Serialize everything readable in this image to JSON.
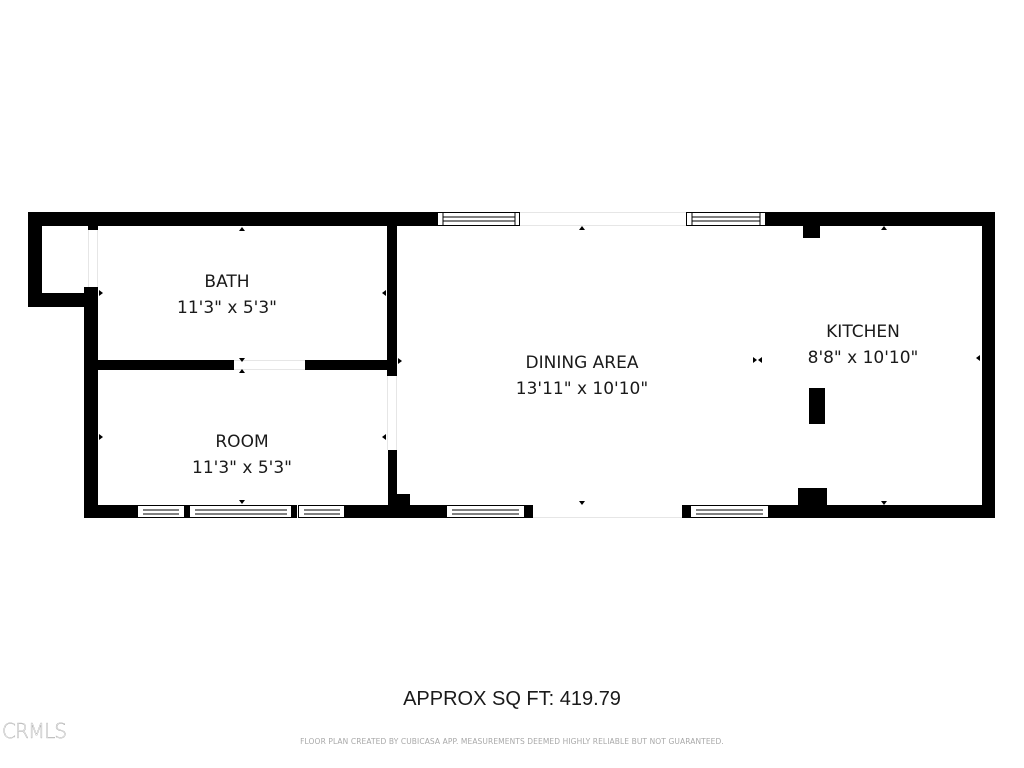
{
  "rooms": [
    {
      "name": "BATH",
      "dims": "11'3\" x 5'3\""
    },
    {
      "name": "ROOM",
      "dims": "11'3\" x 5'3\""
    },
    {
      "name": "DINING AREA",
      "dims": "13'11\" x 10'10\""
    },
    {
      "name": "KITCHEN",
      "dims": "8'8\" x 10'10\""
    }
  ],
  "footer": {
    "sqft": "APPROX SQ FT: 419.79",
    "disclaimer": "FLOOR PLAN CREATED BY CUBICASA APP. MEASUREMENTS DEEMED HIGHLY RELIABLE BUT NOT GUARANTEED.",
    "watermark": "CRMLS"
  },
  "colors": {
    "wall": "#000000",
    "background": "#ffffff",
    "text": "#1a1a1a"
  }
}
